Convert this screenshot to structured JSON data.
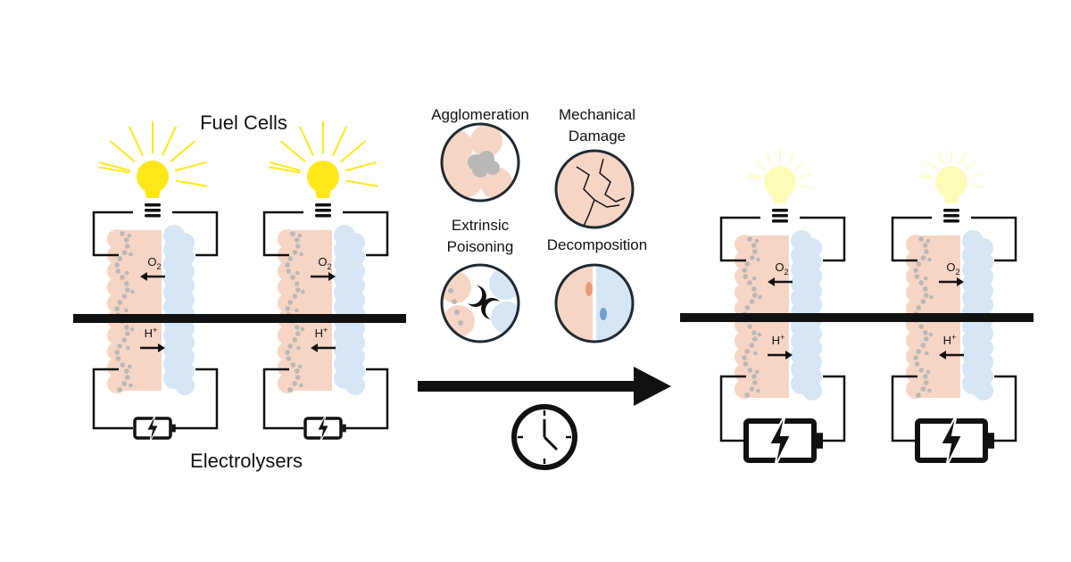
{
  "titles": {
    "fuel_cells": "Fuel Cells",
    "electrolysers": "Electrolysers"
  },
  "species": {
    "oxygen": "O",
    "oxygen_subscript": "2",
    "proton": "H",
    "proton_superscript": "+"
  },
  "degradation": {
    "agglomeration": "Agglomeration",
    "mechanical_damage": [
      "Mechanical",
      "Damage"
    ],
    "extrinsic_poisoning": [
      "Extrinsic",
      "Poisoning"
    ],
    "decomposition": "Decomposition"
  },
  "icons": {
    "bulb": "light-bulb-icon",
    "battery": "battery-charging-icon",
    "clock": "clock-icon",
    "arrow": "time-arrow-icon"
  },
  "colors": {
    "bulb_bright": "#FFE81A",
    "bulb_dim": "#FFFBB8",
    "anode": "#F7D5C5",
    "cathode": "#D6E6F5",
    "catalyst": "#B8B8B8",
    "line": "#111111"
  }
}
